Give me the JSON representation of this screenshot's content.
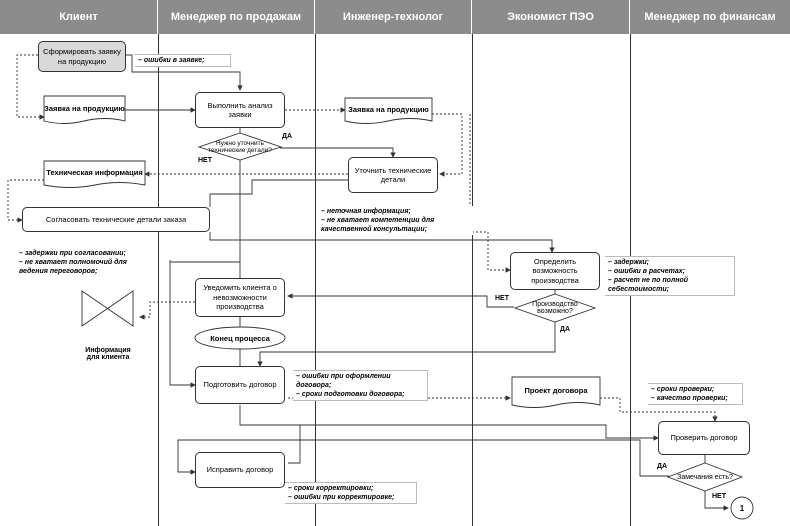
{
  "lanes": [
    {
      "name": "Клиент"
    },
    {
      "name": "Менеджер по продажам"
    },
    {
      "name": "Инженер-технолог"
    },
    {
      "name": "Экономист ПЭО"
    },
    {
      "name": "Менеджер по финансам"
    }
  ],
  "nodes": {
    "form_request": "Сформировать заявку на продукцию",
    "request_doc_client": "Заявка на продукцию",
    "analyze": "Выполнить анализ заявки",
    "decision_clarify": "Нужно уточнить технические детали?",
    "request_doc_eng": "Заявка на продукцию",
    "clarify_tech": "Уточнить технические детали",
    "tech_info_doc": "Техническая информация",
    "agree_tech": "Согласовать технические детали заказа",
    "determine_possibility": "Определить возможность производства",
    "decision_possible": "Производство возможно?",
    "notify_client": "Уведомить клиента о невозможности производства",
    "end_process": "Конец процесса",
    "client_info_label": "Информация для клиента",
    "prepare_contract": "Подготовить договор",
    "contract_draft_doc": "Проект договора",
    "check_contract": "Проверить договор",
    "decision_remarks": "Замечания есть?",
    "fix_contract": "Исправить договор",
    "connector": "1"
  },
  "labels": {
    "yes1": "ДА",
    "no1": "НЕТ",
    "no2": "НЕТ",
    "yes2": "ДА",
    "yes3": "ДА",
    "no3": "НЕТ"
  },
  "notes": {
    "request_errors": [
      "– ошибки в заявке;"
    ],
    "tech_issues": [
      "– неточная информация;",
      "– не хватает компетенции для качественной консультации;"
    ],
    "agree_issues": [
      "– задержки при согласовании;",
      "– не хватает полномочий для ведения переговоров;"
    ],
    "possibility_issues": [
      "– задержки;",
      "– ошибки в расчетах;",
      "– расчет не по полной себестоимости;"
    ],
    "contract_issues": [
      "– ошибки при оформлении договора;",
      "– сроки подготовки договора;"
    ],
    "check_issues": [
      "– сроки проверки;",
      "– качество проверки;"
    ],
    "fix_issues": [
      "– сроки корректировки;",
      "– ошибки при корректировке;"
    ]
  },
  "colors": {
    "header": "#8c8c8c",
    "grey_box": "#d9d9d9",
    "line": "#333333"
  }
}
